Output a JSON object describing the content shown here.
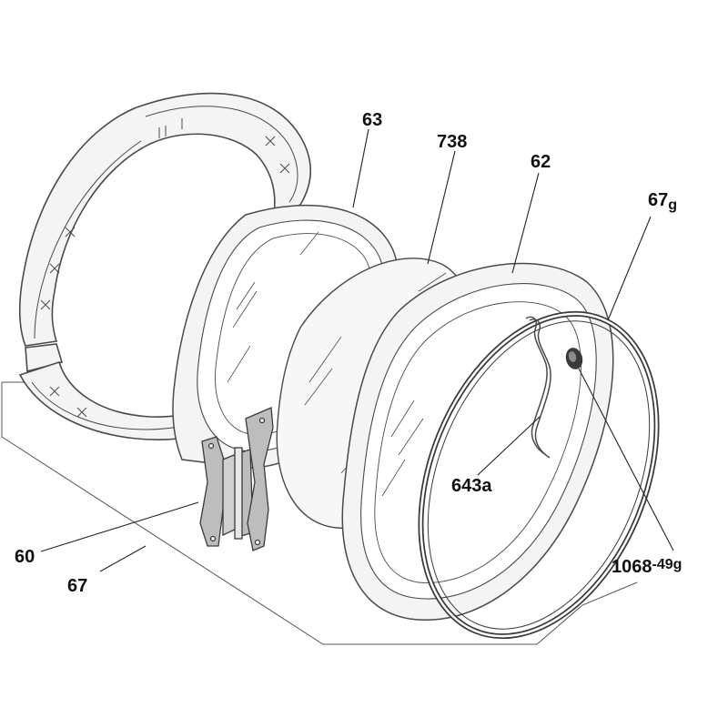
{
  "diagram": {
    "type": "exploded-parts-view",
    "colors": {
      "outline": "#4a4a4a",
      "part_fill": "#f4f4f4",
      "hinge_fill": "#bdbdbd",
      "leader": "#222222",
      "label": "#111111",
      "frame": "#555555",
      "bumper_fill": "#3a3a3a"
    },
    "labels": {
      "p63": "63",
      "p738": "738",
      "p62": "62",
      "p67g_main": "67",
      "p67g_sub": "g",
      "p643a": "643a",
      "p1068_main": "1068",
      "p1068_sub": "-49g",
      "p60": "60",
      "p67": "67"
    }
  }
}
